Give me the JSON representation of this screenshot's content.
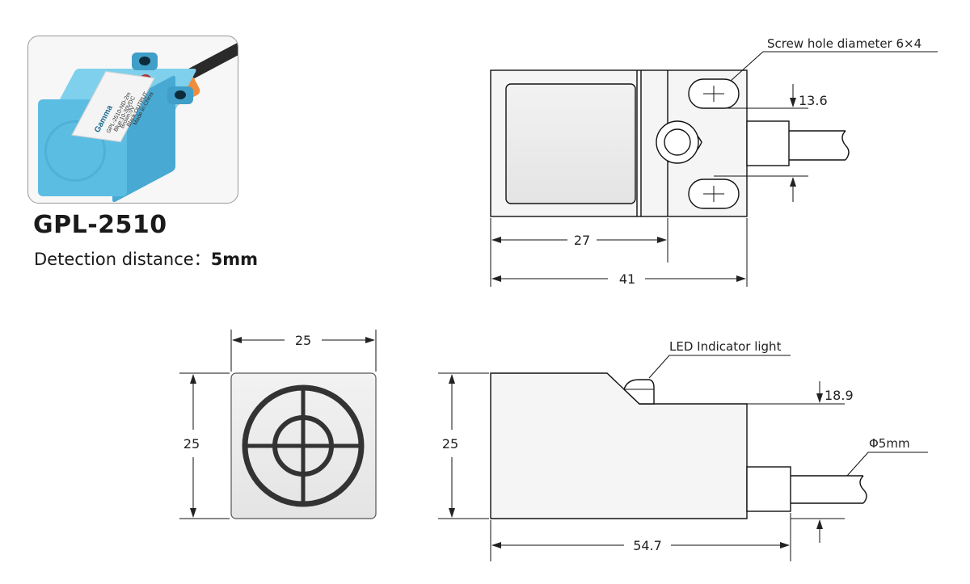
{
  "product": {
    "model": "GPL-2510",
    "detection_label": "Detection distance：",
    "detection_value": "5mm",
    "photo_label": {
      "brand": "Gamma",
      "model_line": "GPL-2510-ND-2m",
      "voltage_line": "Blue:10-30VDC",
      "wire_line": "Brown:0V",
      "output_line": "Black:OUTPUT",
      "origin_line": "Made in China"
    }
  },
  "callouts": {
    "screw_hole": "Screw hole diameter 6×4",
    "led": "LED Indicator light",
    "cable": "Φ5mm"
  },
  "dimensions": {
    "top_inner_width": "27",
    "top_total_width": "41",
    "hole_spacing": "13.6",
    "face_width": "25",
    "face_height": "25",
    "side_height": "25",
    "side_length": "54.7",
    "led_offset": "18.9"
  }
}
